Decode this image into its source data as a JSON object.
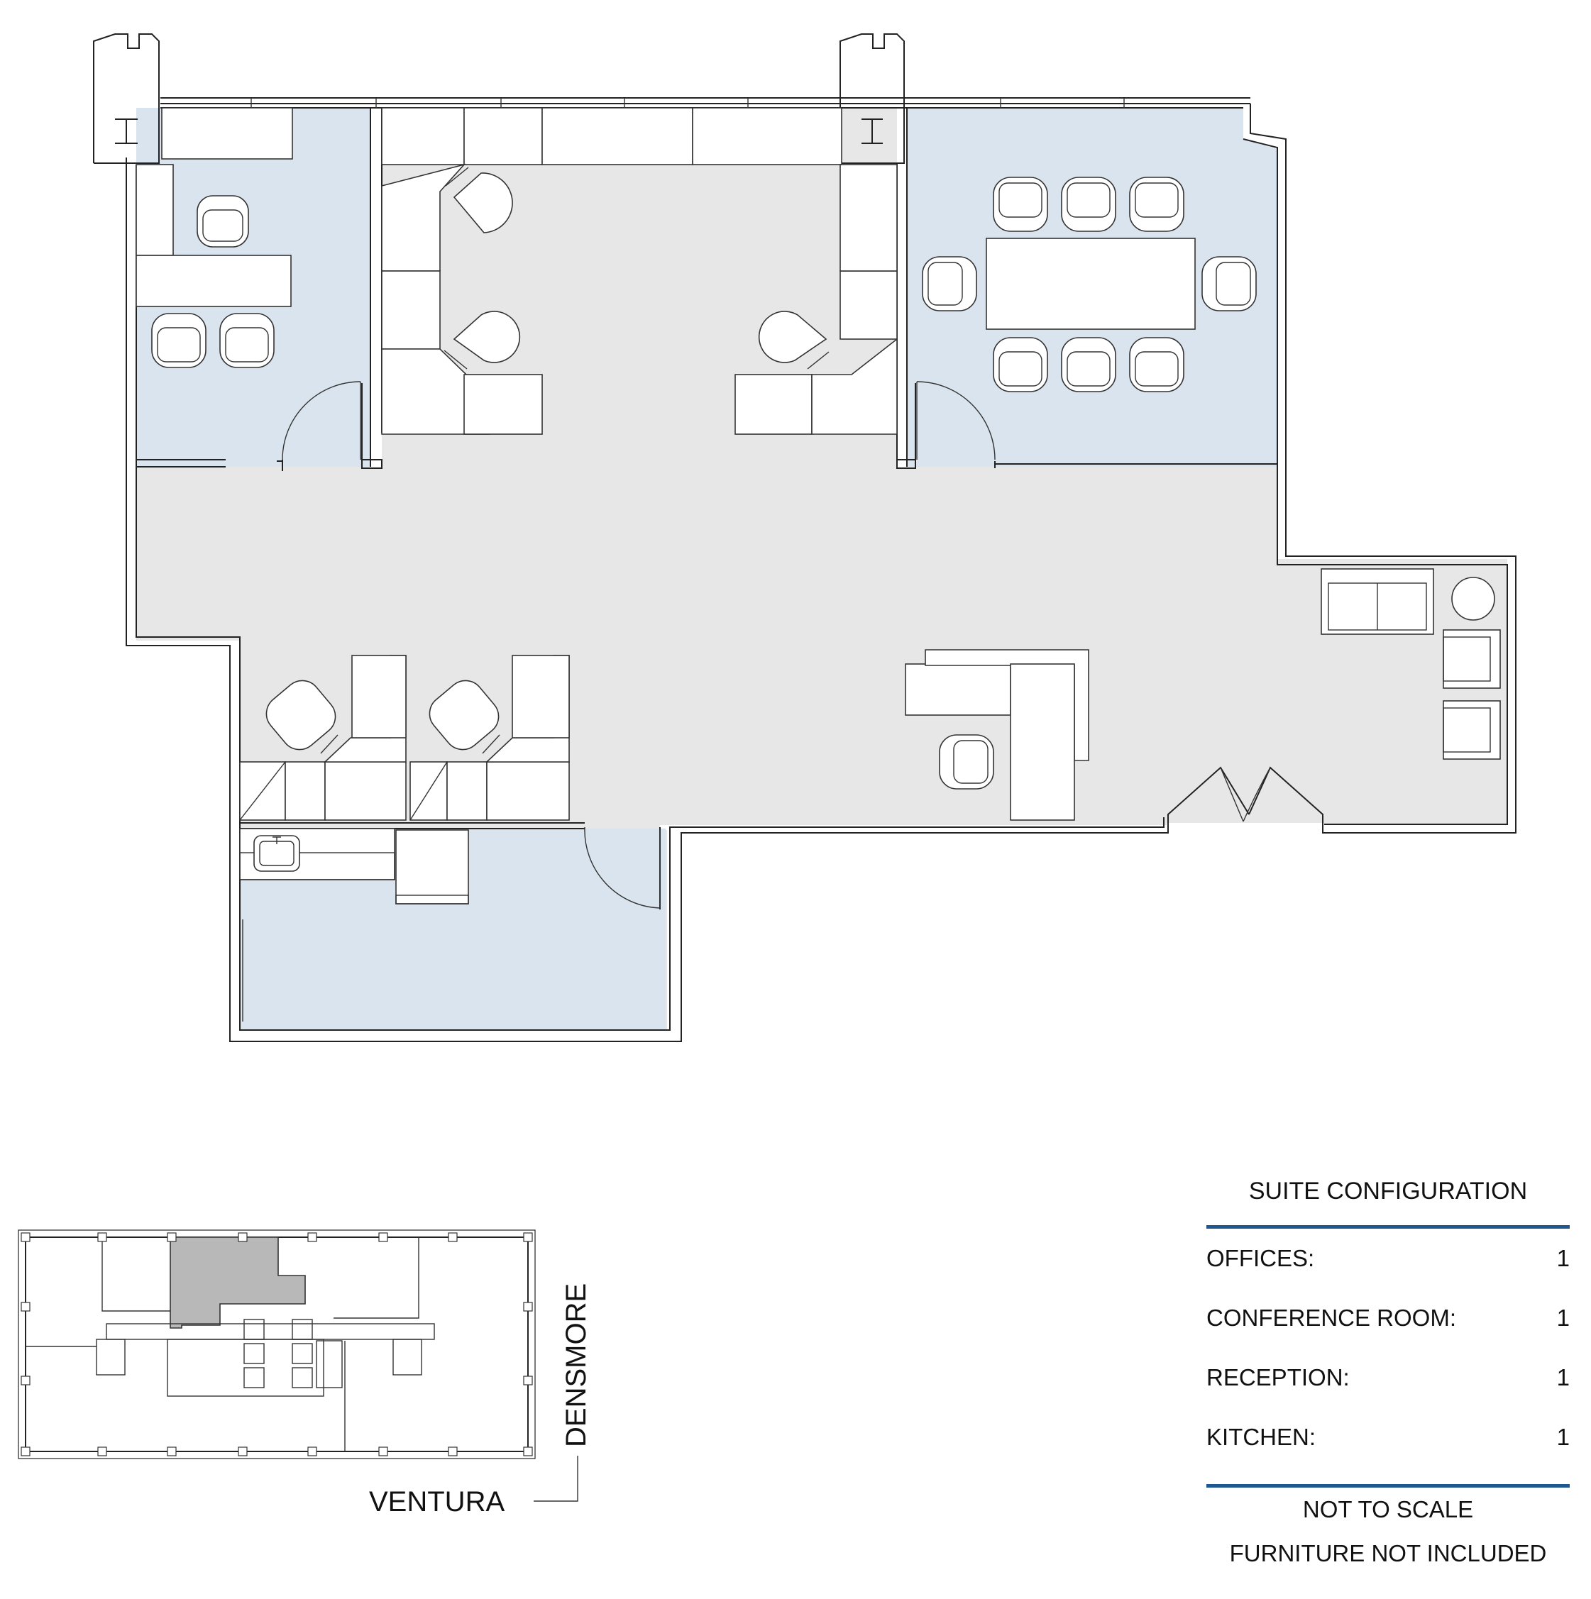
{
  "legend": {
    "title": "SUITE CONFIGURATION",
    "rows": [
      {
        "label": "OFFICES:",
        "value": "1"
      },
      {
        "label": "CONFERENCE ROOM:",
        "value": "1"
      },
      {
        "label": "RECEPTION:",
        "value": "1"
      },
      {
        "label": "KITCHEN:",
        "value": "1"
      }
    ],
    "notes": [
      "NOT TO SCALE",
      "FURNITURE NOT INCLUDED"
    ]
  },
  "keyplan": {
    "street_south": "VENTURA",
    "street_east": "DENSMORE"
  },
  "colors": {
    "room_fill": "#dae4ee",
    "open_area_fill": "#e7e7e7",
    "keyplan_suite_fill": "#b8b8b8",
    "rule": "#1f5791"
  }
}
